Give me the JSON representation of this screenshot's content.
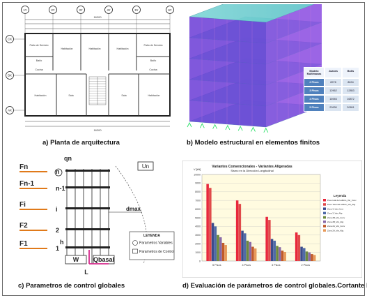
{
  "captions": {
    "a": "a) Planta de arquitectura",
    "b": "b) Modelo estructural en elementos finitos",
    "c": "c) Parametros de control globales",
    "d": "d) Evaluación de parámetros de control globales.Cortante basal"
  },
  "plan": {
    "column_axes": [
      "1Y",
      "2Y",
      "3Y",
      "4Y",
      "5Y",
      "6Y"
    ],
    "row_axes": [
      "CX",
      "BX",
      "AX"
    ],
    "overall_width": "16200",
    "rooms_top": [
      "Patio de Servicio",
      "Baño",
      "Habitación",
      "Habitación",
      "Habitación",
      "Baño",
      "Patio de Servicio"
    ],
    "rooms_mid": [
      "Cocina",
      "Cocina"
    ],
    "rooms_bottom": [
      "Habitación",
      "Sala",
      "Sala",
      "Habitación"
    ]
  },
  "table": {
    "headers": [
      "Modelo Multimasas",
      "Juanes",
      "Bolts"
    ],
    "rows": [
      [
        "2 Pisos",
        "8978",
        "8634"
      ],
      [
        "3 Pisos",
        "12962",
        "12853"
      ],
      [
        "4 Pisos",
        "16946",
        "16872"
      ],
      [
        "5 Pisos",
        "20930",
        "20891"
      ]
    ]
  },
  "params": {
    "floor_forces": [
      "Fn",
      "Fn-1",
      "Fi",
      "F2",
      "F1"
    ],
    "floor_labels": [
      "n",
      "n-1",
      "i",
      "2",
      "1"
    ],
    "qn": "qn",
    "un": "Un",
    "dmax": "dmax",
    "h": "h",
    "w": "W",
    "qbasal": "Qbasal",
    "l": "L",
    "legend_title": "LEYENDA",
    "legend_items": [
      "Parametros Variables",
      "Parametros de Control"
    ]
  },
  "chart_data": {
    "type": "bar",
    "title": "Variantes Convencionales - Variantes Aligeradas",
    "subtitle": "Sismo en la Dirección Longitudinal",
    "ylabel": "V [kN]",
    "ylim": [
      0,
      10000
    ],
    "yticks": [
      0,
      1000,
      2000,
      3000,
      4000,
      5000,
      6000,
      7000,
      8000,
      9000,
      10000
    ],
    "categories": [
      "5 Pisos",
      "4 Pisos",
      "3 Pisos",
      "2 Pisos"
    ],
    "legend_title": "Leyenda",
    "series": [
      {
        "name": "Peso total del edificio_Var_Conv",
        "color": "#e8283c",
        "values": [
          8900,
          7000,
          5100,
          3300
        ]
      },
      {
        "name": "Peso Total del edificio_Var_Alig",
        "color": "#e04a4a",
        "values": [
          8450,
          6600,
          4750,
          3000
        ]
      },
      {
        "name": "Zona 3_Var_Conv",
        "color": "#3b4b8c",
        "values": [
          4400,
          3500,
          2550,
          1650
        ]
      },
      {
        "name": "Zona 3_Var_Alig",
        "color": "#4f6aa8",
        "values": [
          4000,
          3200,
          2350,
          1500
        ]
      },
      {
        "name": "Zona 2B_Var_Conv",
        "color": "#6e8a3c",
        "values": [
          3000,
          2350,
          1750,
          1100
        ]
      },
      {
        "name": "Zona 2B_Var_Alig",
        "color": "#8a6aa8",
        "values": [
          2750,
          2200,
          1600,
          1000
        ]
      },
      {
        "name": "Zona 2A_Var_Conv",
        "color": "#c05a2a",
        "values": [
          2100,
          1650,
          1200,
          800
        ]
      },
      {
        "name": "Zona 2A_Var_Alig",
        "color": "#e89a5a",
        "values": [
          1850,
          1450,
          1050,
          700
        ]
      }
    ]
  }
}
